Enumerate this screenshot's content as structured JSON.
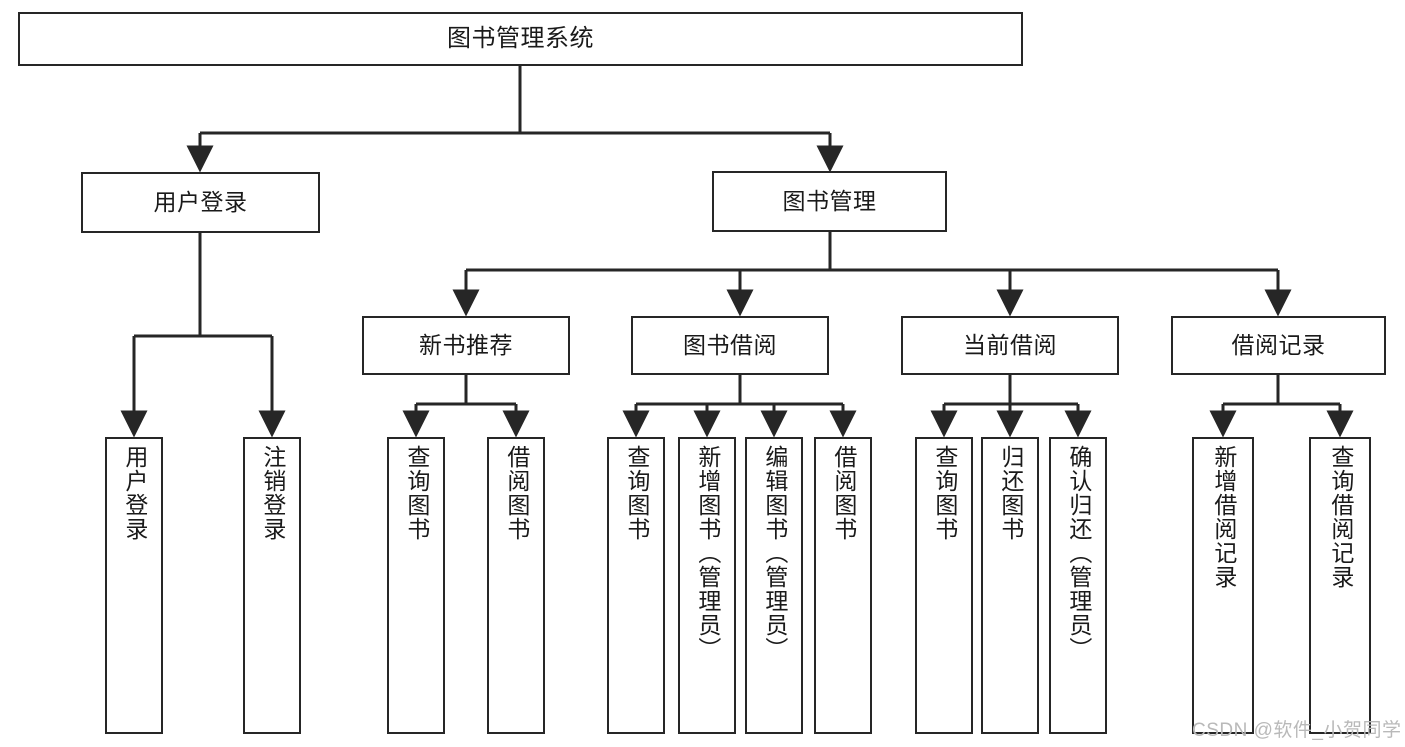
{
  "diagram": {
    "title": "图书管理系统",
    "root": {
      "label": "图书管理系统"
    },
    "level1": [
      {
        "label": "用户登录"
      },
      {
        "label": "图书管理"
      }
    ],
    "level2": [
      {
        "label": "新书推荐"
      },
      {
        "label": "图书借阅"
      },
      {
        "label": "当前借阅"
      },
      {
        "label": "借阅记录"
      }
    ],
    "leaves": {
      "user_login": [
        {
          "label": "用户登录"
        },
        {
          "label": "注销登录"
        }
      ],
      "new_book_recommend": [
        {
          "label": "查询图书"
        },
        {
          "label": "借阅图书"
        }
      ],
      "book_borrow": [
        {
          "label": "查询图书"
        },
        {
          "label": "新增图书（管理员）"
        },
        {
          "label": "编辑图书（管理员）"
        },
        {
          "label": "借阅图书"
        }
      ],
      "current_borrow": [
        {
          "label": "查询图书"
        },
        {
          "label": "归还图书"
        },
        {
          "label": "确认归还（管理员）"
        }
      ],
      "borrow_record": [
        {
          "label": "新增借阅记录"
        },
        {
          "label": "查询借阅记录"
        }
      ]
    }
  },
  "watermark": {
    "text": "CSDN @软件_小贺同学"
  },
  "colors": {
    "stroke": "#262626",
    "background": "#ffffff",
    "text": "#1a1a1a",
    "watermark": "#b9b9b9"
  }
}
